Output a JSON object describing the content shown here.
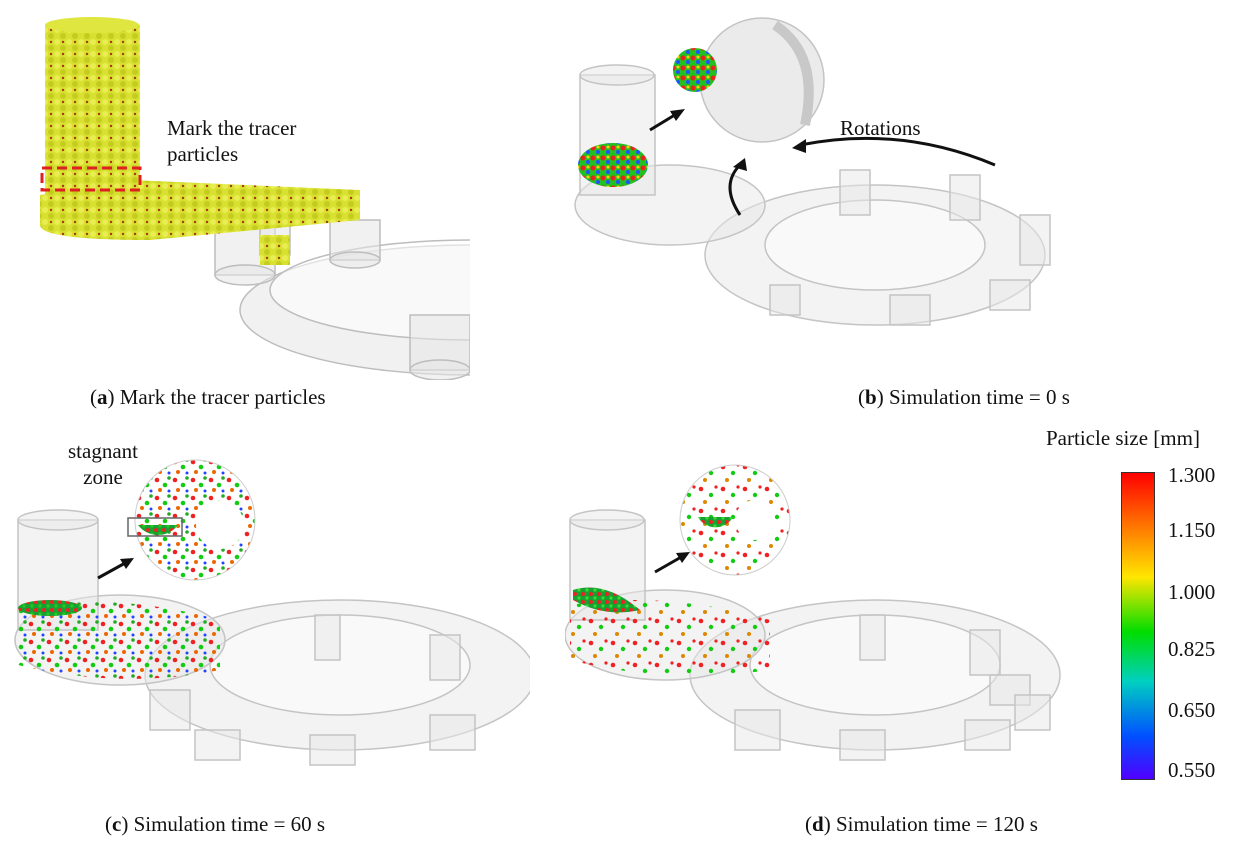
{
  "panels": {
    "a": {
      "caption_letter": "a",
      "caption_text": "Mark the tracer particles",
      "annotation_line1": "Mark the tracer",
      "annotation_line2": "particles"
    },
    "b": {
      "caption_letter": "b",
      "caption_text": "Simulation time = 0 s",
      "annotation": "Rotations"
    },
    "c": {
      "caption_letter": "c",
      "caption_text": "Simulation time = 60 s",
      "annotation_line1": "stagnant",
      "annotation_line2": "zone"
    },
    "d": {
      "caption_letter": "d",
      "caption_text": "Simulation time = 120 s"
    }
  },
  "legend": {
    "title": "Particle size [mm]",
    "ticks": [
      "1.300",
      "1.150",
      "1.000",
      "0.825",
      "0.650",
      "0.550"
    ]
  },
  "colors": {
    "tracer_highlight": "#e02020",
    "particle_bed": "#d8e030",
    "machine_gray": "#d6d6d6"
  }
}
